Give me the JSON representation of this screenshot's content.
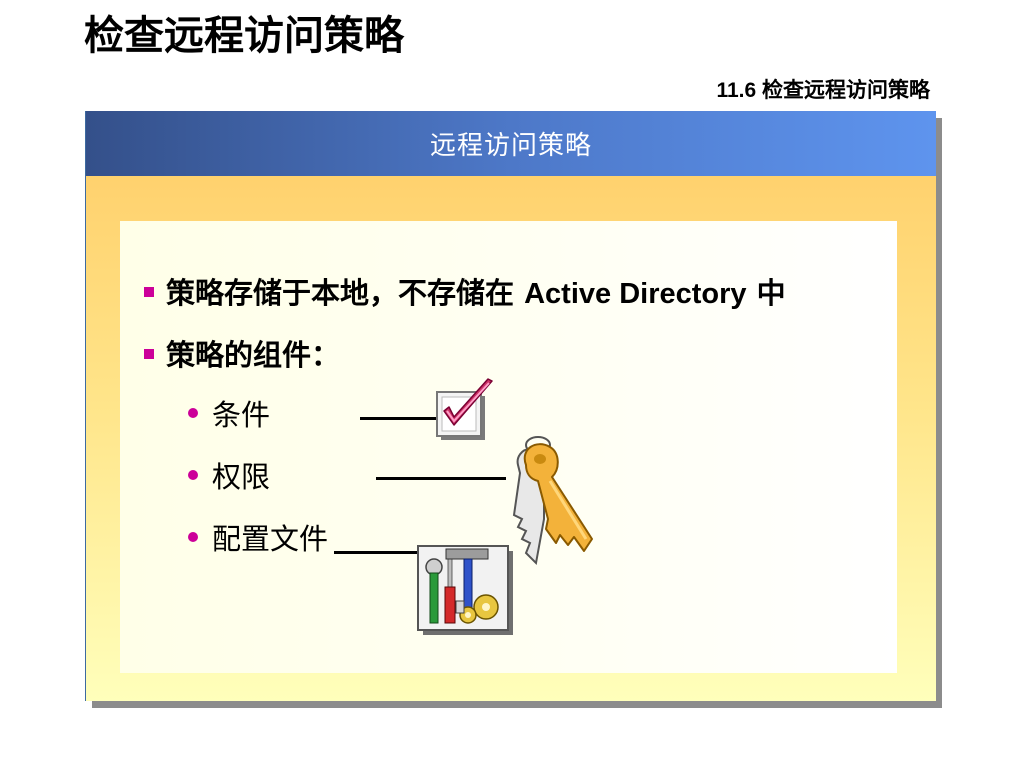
{
  "slide": {
    "title": "检查远程访问策略",
    "section_label": "11.6 检查远程访问策略"
  },
  "panel": {
    "header": "远程访问策略",
    "bullets": [
      {
        "text_cn": "策略存储于本地，不存储在 ",
        "text_latin": "Active Directory",
        "text_end": " 中"
      },
      {
        "text_cn": "策略的组件："
      }
    ],
    "sub_items": [
      {
        "label": "条件",
        "icon": "checkmark-icon"
      },
      {
        "label": "权限",
        "icon": "key-icon"
      },
      {
        "label": "配置文件",
        "icon": "tools-icon"
      }
    ]
  },
  "colors": {
    "bullet": "#cc0099",
    "header_start": "#34508a",
    "header_end": "#5e94ee"
  }
}
